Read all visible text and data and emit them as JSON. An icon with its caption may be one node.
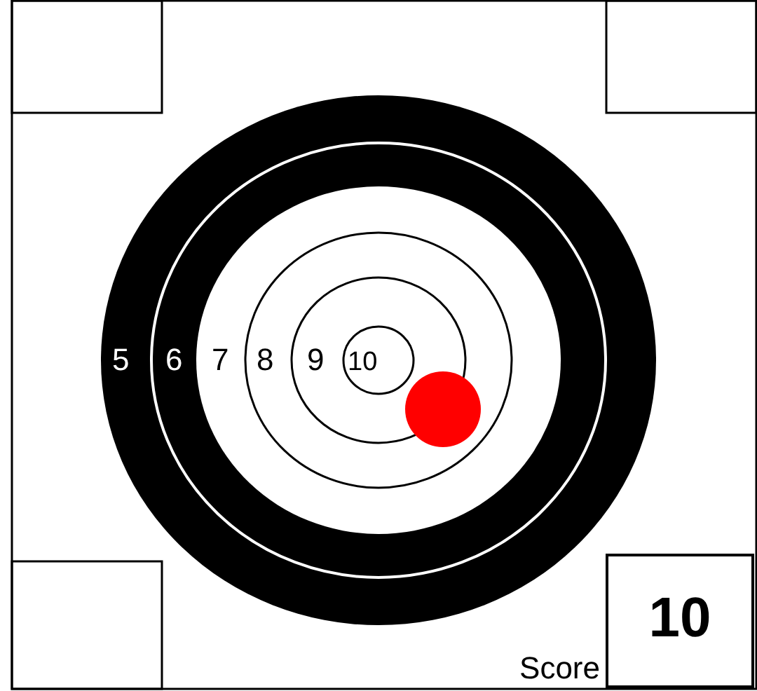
{
  "diagram": {
    "nodes": [
      {
        "text": [
          "10"
        ],
        "beside": [
          "Score"
        ]
      }
    ],
    "labels": [
      "5",
      "6",
      "7",
      "8",
      "9",
      "10"
    ]
  }
}
